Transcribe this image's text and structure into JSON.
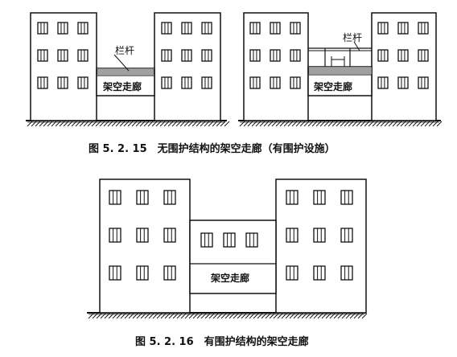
{
  "figures": [
    {
      "caption": "图 5. 2. 15　无围护结构的架空走廊（有围护设施）",
      "panels": [
        {
          "railing_label": "栏杆",
          "corridor_label": "架空走廊",
          "railing_variant": "simple"
        },
        {
          "railing_label": "栏杆",
          "corridor_label": "架空走廊",
          "railing_variant": "tall"
        }
      ]
    },
    {
      "caption": "图 5. 2. 16　有围护结构的架空走廊",
      "corridor_label": "架空走廊"
    }
  ],
  "colors": {
    "line": "#111111",
    "hatch": "#d9d9d9",
    "background": "#ffffff"
  }
}
